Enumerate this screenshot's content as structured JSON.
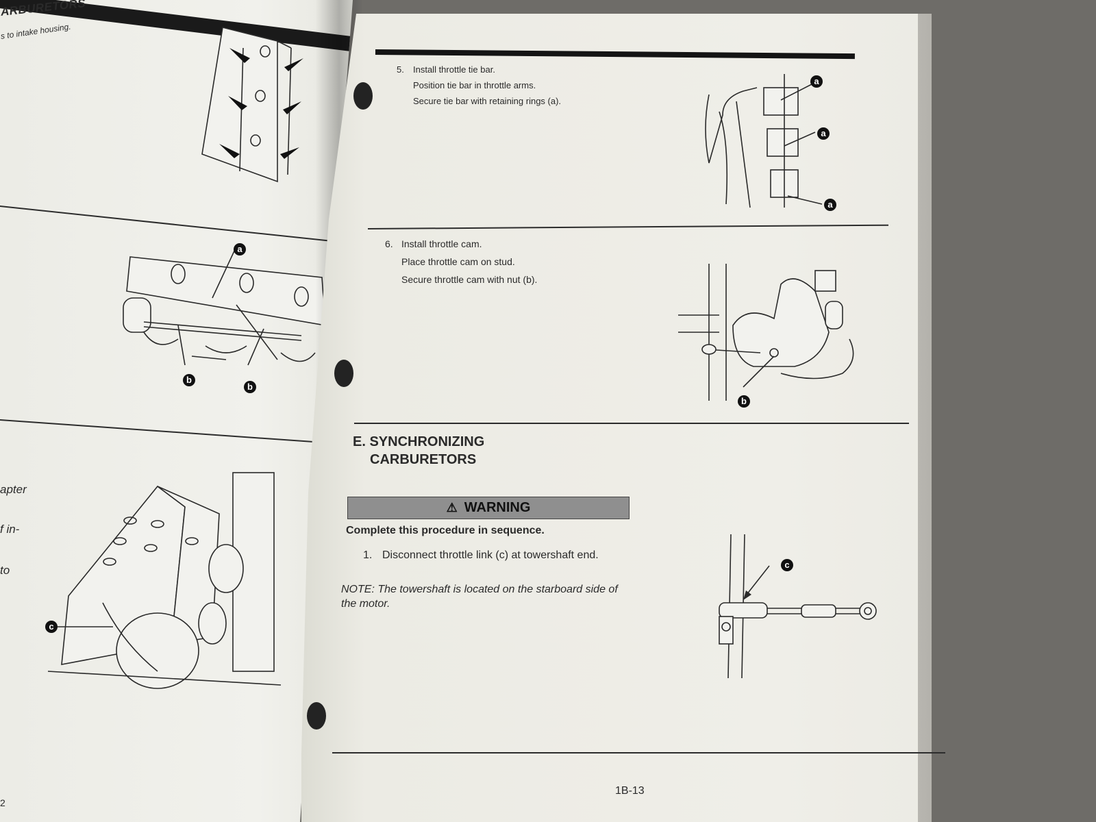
{
  "left_page": {
    "header": "ARBURETORS",
    "subheading": "s to intake housing.",
    "snippets": [
      "apter",
      "f in-",
      "to"
    ],
    "page_number": "2",
    "callouts": {
      "a": "a",
      "b1": "b",
      "b2": "b",
      "c": "c"
    }
  },
  "right_page": {
    "step5": {
      "number": "5.",
      "lines": [
        "Install throttle tie bar.",
        "Position tie bar in throttle arms.",
        "Secure tie bar with retaining rings (a)."
      ],
      "callouts": [
        "a",
        "a",
        "a"
      ]
    },
    "step6": {
      "number": "6.",
      "lines": [
        "Install throttle cam.",
        "Place throttle cam on stud.",
        "Secure throttle cam with nut (b)."
      ],
      "callout": "b"
    },
    "section": {
      "letter": "E.",
      "title_line1": "SYNCHRONIZING",
      "title_line2": "CARBURETORS"
    },
    "warning": {
      "icon": "warning-triangle-icon",
      "label": "WARNING"
    },
    "procedure": "Complete this procedure in sequence.",
    "disconnect": {
      "number": "1.",
      "text": "Disconnect throttle link (c) at towershaft end."
    },
    "note": "NOTE: The towershaft is located on the starboard side of the motor.",
    "towershaft_callout": "c",
    "page_number": "1B-13"
  }
}
